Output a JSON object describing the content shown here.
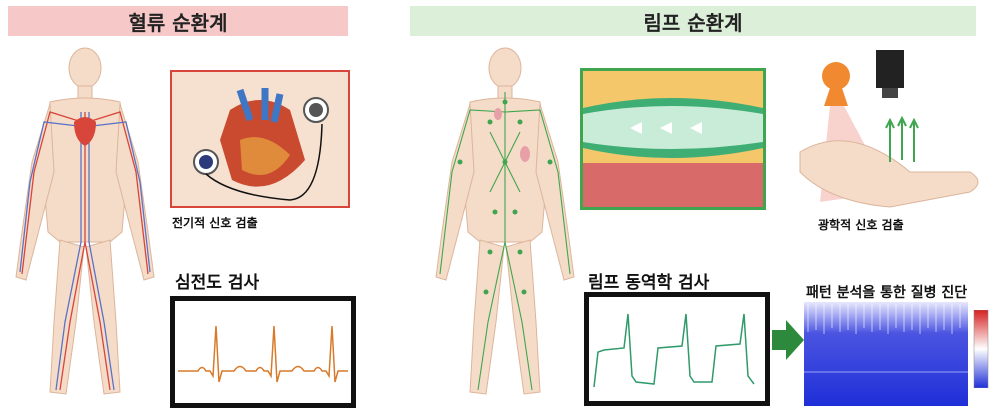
{
  "left": {
    "title": "혈류 순환계",
    "signal_label": "전기적 신호 검출",
    "test_label": "심전도 검사"
  },
  "right": {
    "title": "림프 순환계",
    "signal_label": "광학적 신호 검출",
    "test_label": "림프 동역학 검사",
    "diagnosis_label": "패턴 분석을 통한 질병 진단"
  },
  "colors": {
    "blood_banner": "#f6c8c8",
    "lymph_banner": "#dcefd9",
    "artery": "#d8453a",
    "vein": "#5a73c8",
    "lymph": "#3fa64f",
    "ecg": "#d87a2a",
    "lymph_wave": "#2f9a6a",
    "arrow": "#2d8a3c"
  }
}
